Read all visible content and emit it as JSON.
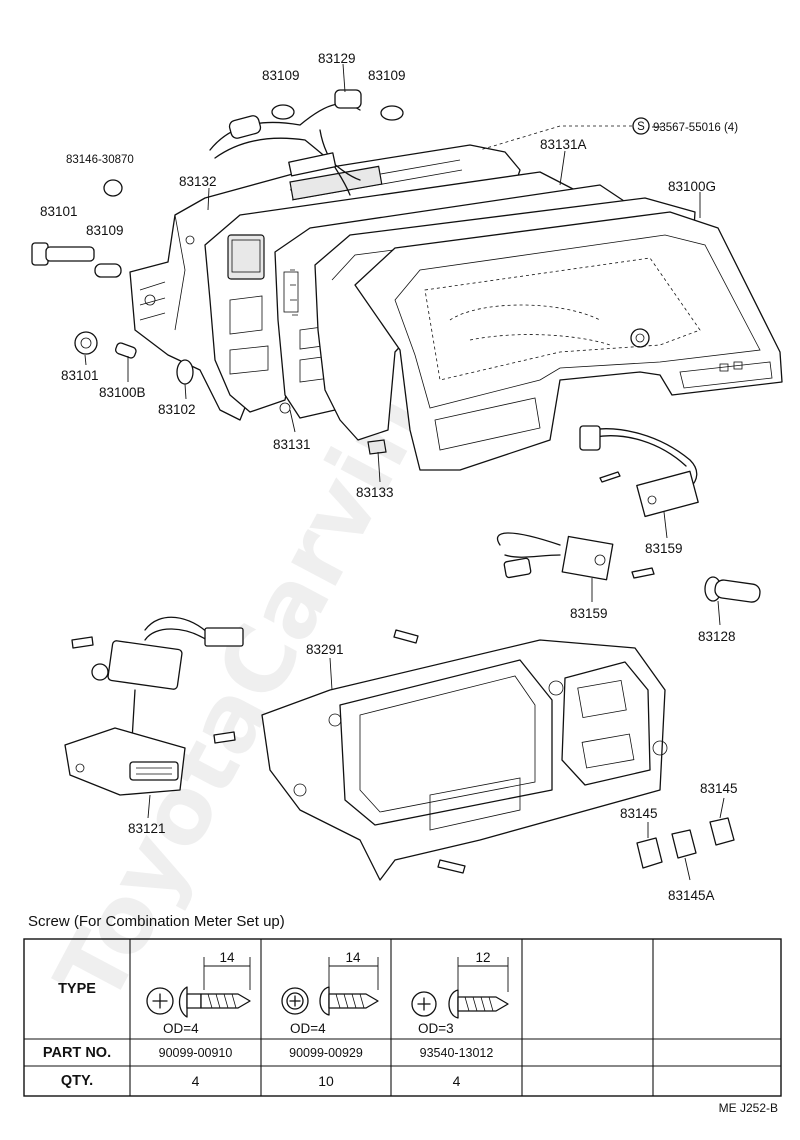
{
  "watermark": "ToyotaCarvin.ru",
  "callouts": {
    "p83109a": "83109",
    "p83129": "83129",
    "p83109b": "83109",
    "screw_note_symbol": "S",
    "screw_note": "93567-55016 (4)",
    "p83146": "83146-30870",
    "p83132": "83132",
    "p83131A": "83131A",
    "p83100G": "83100G",
    "p83101a": "83101",
    "p83109c": "83109",
    "p83101b": "83101",
    "p83100B": "83100B",
    "p83102": "83102",
    "p83131": "83131",
    "p83133": "83133",
    "p83159a": "83159",
    "p83159b": "83159",
    "p83128": "83128",
    "p83291": "83291",
    "p83121": "83121",
    "p83145a": "83145",
    "p83145b": "83145",
    "p83145A": "83145A"
  },
  "screw_table": {
    "title": "Screw (For Combination Meter Set up)",
    "headers": {
      "type": "TYPE",
      "part_no": "PART NO.",
      "qty": "QTY."
    },
    "columns": [
      {
        "length": "14",
        "od": "OD=4",
        "part_no": "90099-00910",
        "qty": "4"
      },
      {
        "length": "14",
        "od": "OD=4",
        "part_no": "90099-00929",
        "qty": "10"
      },
      {
        "length": "12",
        "od": "OD=3",
        "part_no": "93540-13012",
        "qty": "4"
      }
    ]
  },
  "page_code": "ME  J252-B"
}
